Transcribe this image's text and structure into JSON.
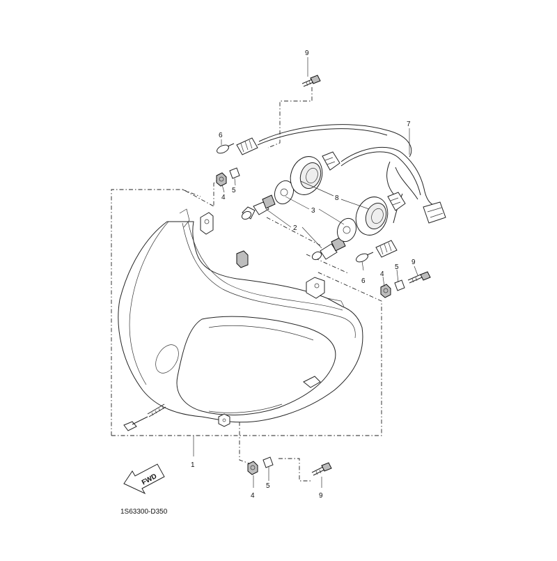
{
  "diagram": {
    "drawing_code": "1S63300-D350",
    "direction_label": "FWD",
    "callouts": {
      "c1": "1",
      "c2": "2",
      "c3": "3",
      "c4a": "4",
      "c4b": "4",
      "c4c": "4",
      "c5a": "5",
      "c5b": "5",
      "c5c": "5",
      "c6a": "6",
      "c6b": "6",
      "c7": "7",
      "c8": "8",
      "c9a": "9",
      "c9b": "9",
      "c9c": "9"
    }
  }
}
